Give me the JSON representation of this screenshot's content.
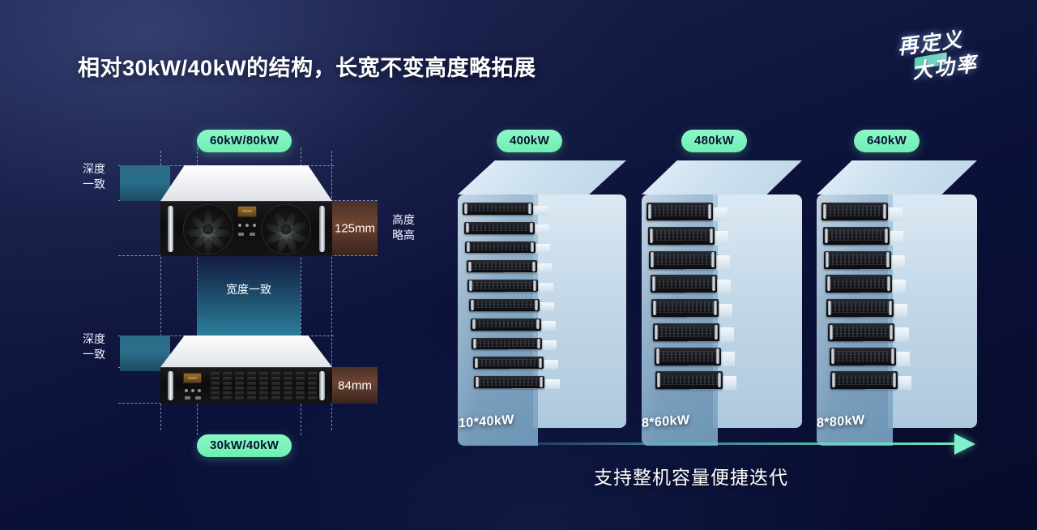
{
  "slide": {
    "title": "相对30kW/40kW的结构，长宽不变高度略拓展",
    "brand": {
      "line1": "再定义",
      "line2": "大功率"
    },
    "background_color": "#0a0e33",
    "accent_color": "#6eeeb2"
  },
  "left_diagram": {
    "top_unit": {
      "pill_label": "60kW/80kW",
      "height_value": "125mm",
      "height_note": "高度\n略高",
      "height_note_line1": "高度",
      "height_note_line2": "略高",
      "depth_note_line1": "深度",
      "depth_note_line2": "一致",
      "fan_count": 2
    },
    "bottom_unit": {
      "pill_label": "30kW/40kW",
      "height_value": "84mm",
      "depth_note_line1": "深度",
      "depth_note_line2": "一致"
    },
    "width_note": "宽度一致"
  },
  "right_diagram": {
    "cabinets": [
      {
        "pill_label": "400kW",
        "bottom_label": "10*40kW",
        "module_count": 10
      },
      {
        "pill_label": "480kW",
        "bottom_label": "8*60kW",
        "module_count": 8
      },
      {
        "pill_label": "640kW",
        "bottom_label": "8*80kW",
        "module_count": 8
      }
    ],
    "caption": "支持整机容量便捷迭代"
  }
}
